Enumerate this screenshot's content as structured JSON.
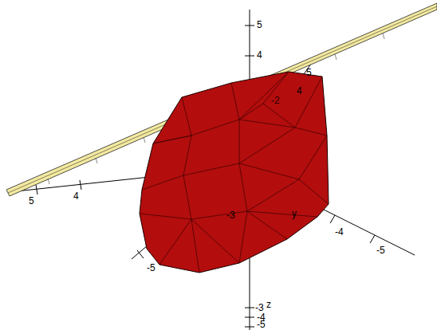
{
  "diagram": {
    "labels": [
      "5",
      "4",
      "5",
      "4",
      "5",
      "4",
      "-2",
      "-5",
      "-3",
      "-4",
      "-5",
      "y",
      "z",
      "-3",
      "-4",
      "-5"
    ]
  }
}
